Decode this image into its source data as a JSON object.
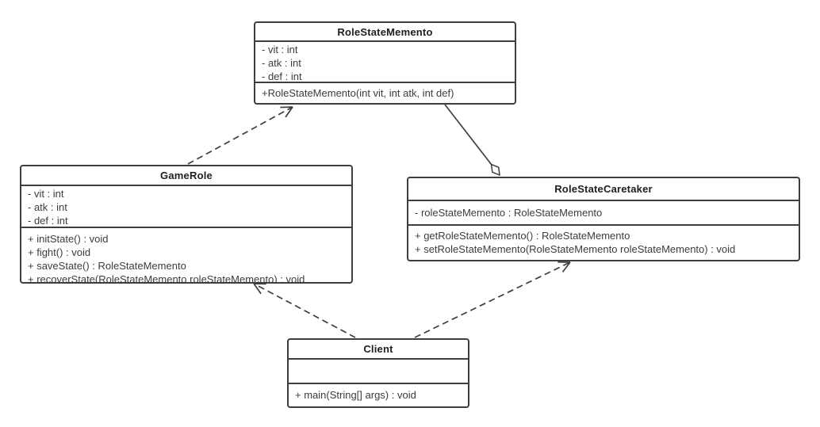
{
  "diagram": {
    "type": "uml-class-diagram",
    "pattern": "Memento",
    "colors": {
      "background": "#ffffff",
      "box_fill": "#ffffff",
      "border": "#3e3e3e",
      "title_text": "#1e1e1e",
      "member_text": "#3c3c3c"
    },
    "classes": {
      "role_state_memento": {
        "name": "RoleStateMemento",
        "attributes": [
          "- vit : int",
          "- atk : int",
          "- def : int"
        ],
        "methods": [
          "+RoleStateMemento(int vit, int atk, int def)"
        ]
      },
      "game_role": {
        "name": "GameRole",
        "attributes": [
          "- vit : int",
          "- atk : int",
          "- def : int"
        ],
        "methods": [
          "+ initState() : void",
          "+ fight() : void",
          "+ saveState() : RoleStateMemento",
          "+ recoverState(RoleStateMemento roleStateMemento) : void"
        ]
      },
      "role_state_caretaker": {
        "name": "RoleStateCaretaker",
        "attributes": [
          "- roleStateMemento : RoleStateMemento"
        ],
        "methods": [
          "+ getRoleStateMemento() : RoleStateMemento",
          "+ setRoleStateMemento(RoleStateMemento roleStateMemento) : void"
        ]
      },
      "client": {
        "name": "Client",
        "attributes": [],
        "methods": [
          "+ main(String[] args) : void"
        ]
      }
    },
    "relationships": [
      {
        "from": "GameRole",
        "to": "RoleStateMemento",
        "type": "dependency",
        "line": "dashed",
        "head": "open-arrow"
      },
      {
        "from": "RoleStateCaretaker",
        "to": "RoleStateMemento",
        "type": "aggregation",
        "line": "solid",
        "head": "hollow-diamond-at-caretaker"
      },
      {
        "from": "Client",
        "to": "GameRole",
        "type": "dependency",
        "line": "dashed",
        "head": "open-arrow"
      },
      {
        "from": "Client",
        "to": "RoleStateCaretaker",
        "type": "dependency",
        "line": "dashed",
        "head": "open-arrow"
      }
    ]
  }
}
